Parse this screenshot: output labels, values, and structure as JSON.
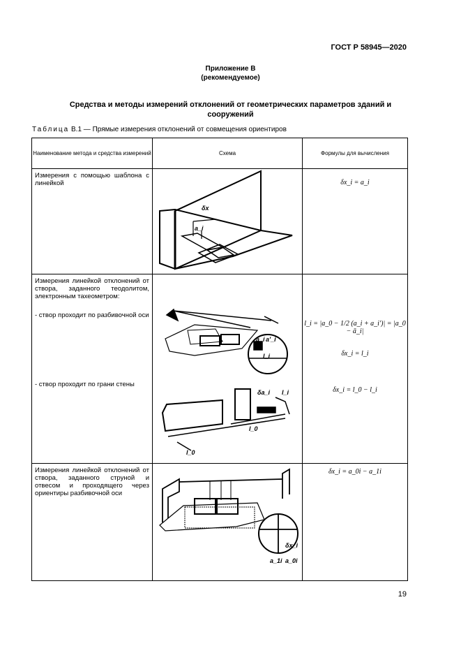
{
  "header": {
    "standard": "ГОСТ Р 58945—2020"
  },
  "appendix": {
    "title": "Приложение В",
    "subtitle": "(рекомендуемое)"
  },
  "section": {
    "title": "Средства и методы измерений отклонений от геометрических параметров зданий и сооружений"
  },
  "table": {
    "caption_prefix": "Таблица",
    "caption_rest": " В.1 — Прямые измерения отклонений от совмещения ориентиров",
    "headers": [
      "Наименование метода и средства измерений",
      "Схема",
      "Формулы для вычисления"
    ],
    "rows": [
      {
        "name": "Измерения с помощью шаблона с линейкой",
        "formulas": [
          "δx_i = a_i"
        ],
        "scheme_labels": [
          "δx",
          "a_i"
        ]
      },
      {
        "name": "Измерения линейкой отклонений от створа, заданного теодолитом, электронным тахеометром:",
        "sub1": "- створ проходит по разбивочной оси",
        "sub2": "- створ проходит по грани стены",
        "formulas": [
          "l_i = |a_0 − 1/2 (a_i + a_i′)| = |a_0 − ā_i|",
          "δx_i = l_i",
          "δx_i = l_0 − l_i"
        ],
        "scheme_labels": [
          "a_i",
          "a′_i",
          "l_i",
          "δa_i",
          "l_i",
          "l_0",
          "l_0"
        ]
      },
      {
        "name": "Измерения линейкой отклонений от створа, заданного струной и отвесом и проходящего через ориентиры разбивочной оси",
        "formulas": [
          "δx_i = a_0i − a_1i"
        ],
        "scheme_labels": [
          "δx_i",
          "a_1i",
          "a_0i"
        ]
      }
    ]
  },
  "footer": {
    "page_number": "19"
  }
}
